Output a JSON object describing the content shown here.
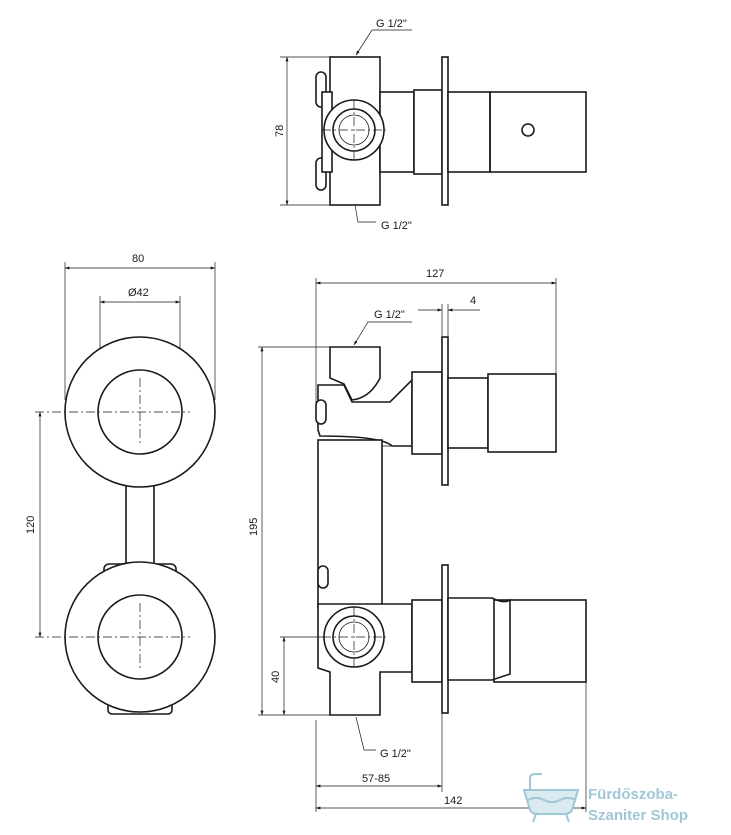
{
  "dimensions": {
    "top_thread_top": "G 1/2\"",
    "top_thread_bottom": "G 1/2\"",
    "top_height": "78",
    "front_width": "80",
    "front_inner_diameter": "Ø42",
    "front_spacing": "120",
    "side_depth_total": "127",
    "side_plate": "4",
    "side_thread_top": "G 1/2\"",
    "side_height": "195",
    "side_bottom_offset": "40",
    "side_thread_bottom": "G 1/2\"",
    "side_range": "57-85",
    "side_depth_lower": "142"
  },
  "watermark": {
    "line1": "Fürdőszoba-",
    "line2": "Szaniter Shop",
    "icon": "bathtub-icon"
  }
}
